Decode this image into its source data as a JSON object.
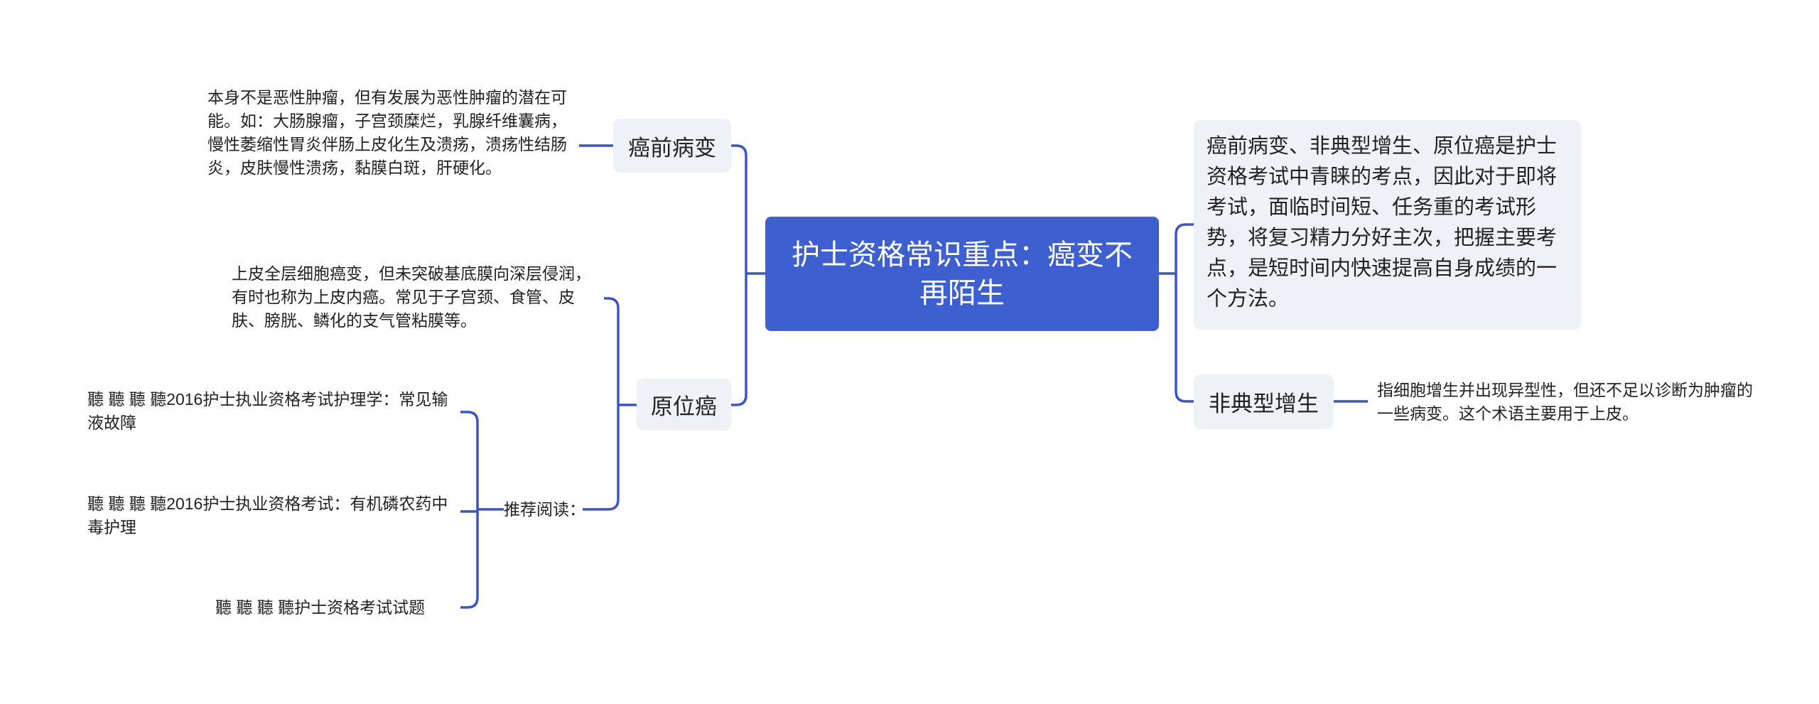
{
  "center": {
    "title": "护士资格常识重点：癌变不再陌生"
  },
  "left": {
    "precancer": {
      "label": "癌前病变",
      "note": "本身不是恶性肿瘤，但有发展为恶性肿瘤的潜在可能。如：大肠腺瘤，子宫颈糜烂，乳腺纤维囊病，慢性萎缩性胃炎伴肠上皮化生及溃疡，溃疡性结肠炎，皮肤慢性溃疡，黏膜白斑，肝硬化。"
    },
    "insitu": {
      "label": "原位癌",
      "note": "上皮全层细胞癌变，但未突破基底膜向深层侵润，有时也称为上皮内癌。常见于子宫颈、食管、皮肤、膀胱、鳞化的支气管粘膜等。",
      "reading": {
        "label": "推荐阅读：",
        "items": [
          "聽 聽 聽 聽2016护士执业资格考试护理学：常见输液故障",
          "聽 聽 聽 聽2016护士执业资格考试：有机磷农药中毒护理",
          "聽 聽 聽 聽护士资格考试试题"
        ]
      }
    }
  },
  "right": {
    "summary": "癌前病变、非典型增生、原位癌是护士资格考试中青睐的考点，因此对于即将考试，面临时间短、任务重的考试形势，将复习精力分好主次，把握主要考点，是短时间内快速提高自身成绩的一个方法。",
    "atypical": {
      "label": "非典型增生",
      "note": "指细胞增生并出现异型性，但还不足以诊断为肿瘤的一些病变。这个术语主要用于上皮。"
    }
  },
  "colors": {
    "accent": "#3d5fcf",
    "line": "#3b55c4",
    "node_bg": "#eef1f5"
  }
}
